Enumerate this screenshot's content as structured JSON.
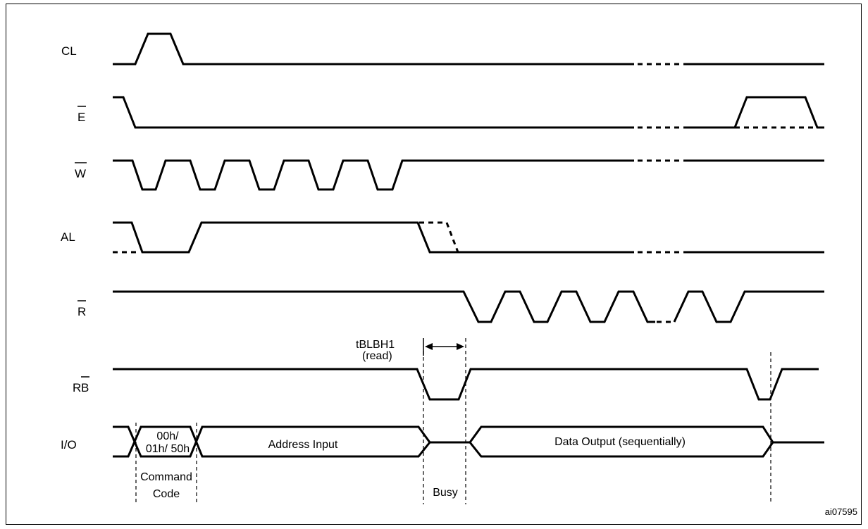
{
  "signals": {
    "cl": "CL",
    "e_letter": "E",
    "w_letter": "W",
    "al": "AL",
    "r_letter": "R",
    "rb_r": "R",
    "rb_b": "B",
    "io": "I/O"
  },
  "io_labels": {
    "cmd_line1": "00h/",
    "cmd_line2": "01h/ 50h",
    "address": "Address Input",
    "data_output": "Data Output (sequentially)"
  },
  "annotations": {
    "timing_name": "tBLBH1",
    "timing_note": "(read)",
    "command_code_1": "Command",
    "command_code_2": "Code",
    "busy": "Busy"
  },
  "figure_id": "ai07595"
}
